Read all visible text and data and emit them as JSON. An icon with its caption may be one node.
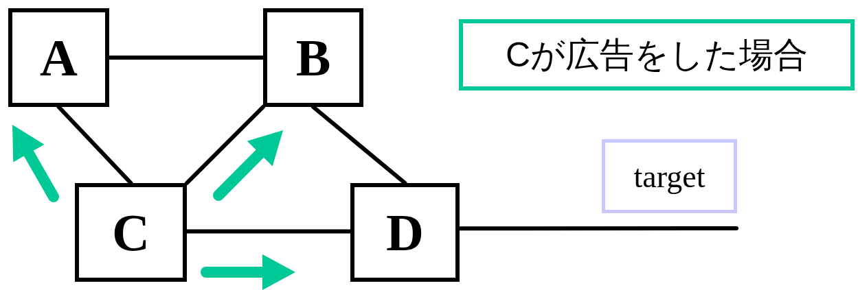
{
  "diagram": {
    "nodes": [
      {
        "text": [
          "A"
        ]
      },
      {
        "text": [
          "B"
        ]
      },
      {
        "text": [
          "C"
        ]
      },
      {
        "text": [
          "D"
        ]
      },
      {
        "text": [
          "Cが広告をした場合"
        ]
      },
      {
        "text": [
          "target"
        ]
      }
    ],
    "edges": [
      {
        "from": 0,
        "to": 1,
        "arrow": "none"
      },
      {
        "from": 0,
        "to": 2,
        "arrow": "none"
      },
      {
        "from": 1,
        "to": 2,
        "arrow": "none"
      },
      {
        "from": 1,
        "to": 3,
        "arrow": "none"
      },
      {
        "from": 2,
        "to": 3,
        "arrow": "none"
      },
      {
        "from": 3,
        "to": null,
        "arrow": "none"
      }
    ]
  }
}
